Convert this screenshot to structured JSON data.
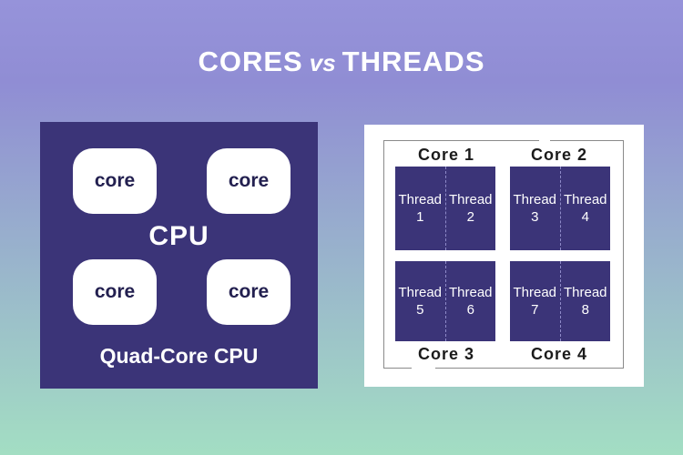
{
  "title": {
    "left": "CORES",
    "middle": "vs",
    "right": "THREADS"
  },
  "colors": {
    "background_top": "#9693da",
    "background_bottom": "#a3dec3",
    "panel_purple": "#3b3478",
    "core_text": "#232050",
    "card_white": "#ffffff",
    "inner_border_gray": "#8a8a8a",
    "core_caption_black": "#1b1b1b",
    "thread_divider": "#8e8ac8"
  },
  "cpu_panel": {
    "cores": [
      {
        "label": "core"
      },
      {
        "label": "core"
      },
      {
        "label": "core"
      },
      {
        "label": "core"
      }
    ],
    "center_label": "CPU",
    "caption": "Quad-Core CPU"
  },
  "threads_panel": {
    "cores": [
      {
        "label": "Core 1",
        "threads": [
          {
            "word": "Thread",
            "num": "1"
          },
          {
            "word": "Thread",
            "num": "2"
          }
        ]
      },
      {
        "label": "Core 2",
        "threads": [
          {
            "word": "Thread",
            "num": "3"
          },
          {
            "word": "Thread",
            "num": "4"
          }
        ]
      },
      {
        "label": "Core 3",
        "threads": [
          {
            "word": "Thread",
            "num": "5"
          },
          {
            "word": "Thread",
            "num": "6"
          }
        ]
      },
      {
        "label": "Core 4",
        "threads": [
          {
            "word": "Thread",
            "num": "7"
          },
          {
            "word": "Thread",
            "num": "8"
          }
        ]
      }
    ]
  }
}
